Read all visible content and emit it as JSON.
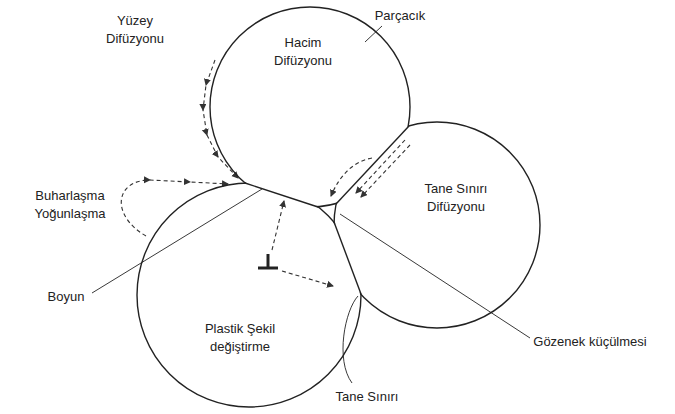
{
  "diagram": {
    "nodes": [
      {
        "text": [
          "Hacim Difüzyonu"
        ]
      },
      {
        "text": [
          "Tane Sınırı Difüzyonu"
        ]
      },
      {
        "text": [
          "Plastik Şekil değiştirme"
        ]
      }
    ],
    "labels": [
      "Parçacık",
      "Yüzey Difüzyonu",
      "Buharlaşma Yoğunlaşma",
      "Boyun",
      "Gözenek küçülmesi",
      "Tane Sınırı"
    ]
  }
}
